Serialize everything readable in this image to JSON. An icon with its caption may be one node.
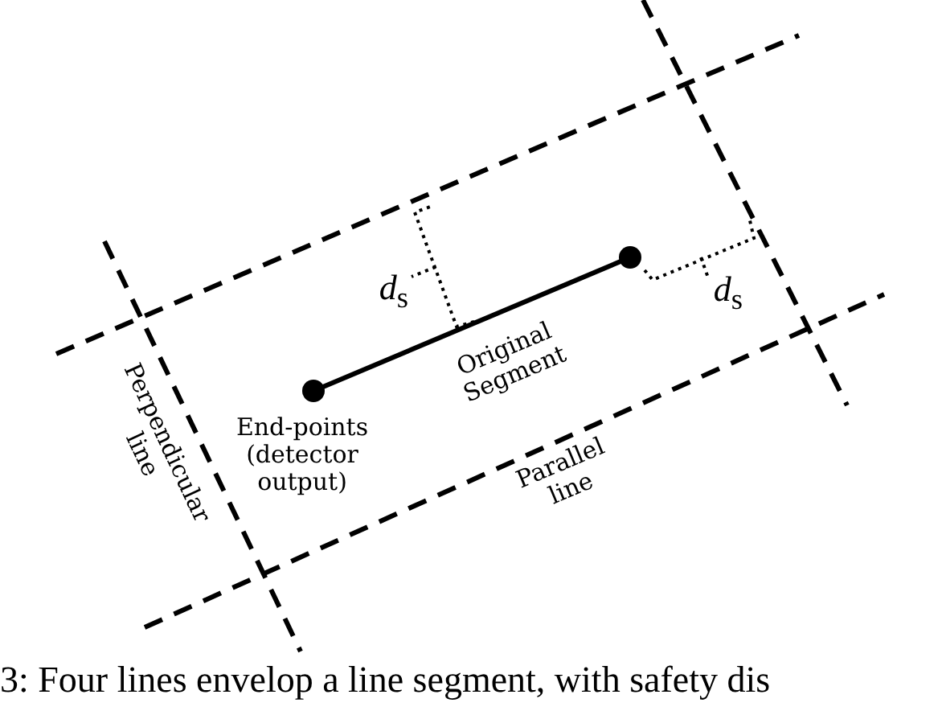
{
  "diagram": {
    "caption": "3: Four lines envelop a line segment, with safety dis",
    "labels": [
      "*d*$_{s}$",
      "*d*$_{s}$",
      "Original Segment",
      "End-points (detector output)",
      "Perpendicular line",
      "Parallel line"
    ]
  }
}
